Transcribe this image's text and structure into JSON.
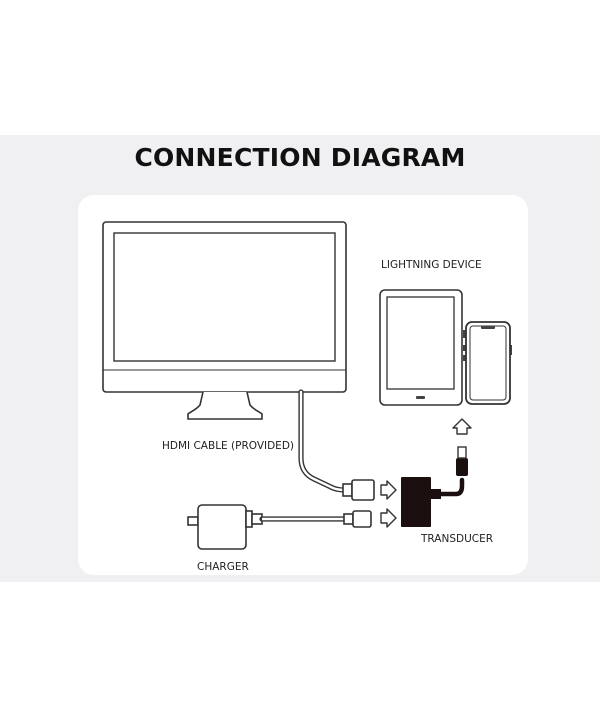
{
  "diagram": {
    "title": "CONNECTION DIAGRAM",
    "labels": {
      "lightning_device": "LIGHTNING DEVICE",
      "hdmi_cable": "HDMI CABLE (PROVIDED)",
      "transducer": "TRANSDUCER",
      "charger": "CHARGER"
    },
    "icons": [
      "monitor-icon",
      "tablet-icon",
      "phone-icon",
      "hdmi-plug-icon",
      "usb-plug-icon",
      "charger-icon",
      "transducer-icon",
      "lightning-plug-icon",
      "arrow-right-icon",
      "arrow-up-icon"
    ],
    "colors": {
      "background_band": "#f0f0f2",
      "card": "#ffffff",
      "line": "#333333",
      "transducer": "#1c0f0f"
    }
  }
}
